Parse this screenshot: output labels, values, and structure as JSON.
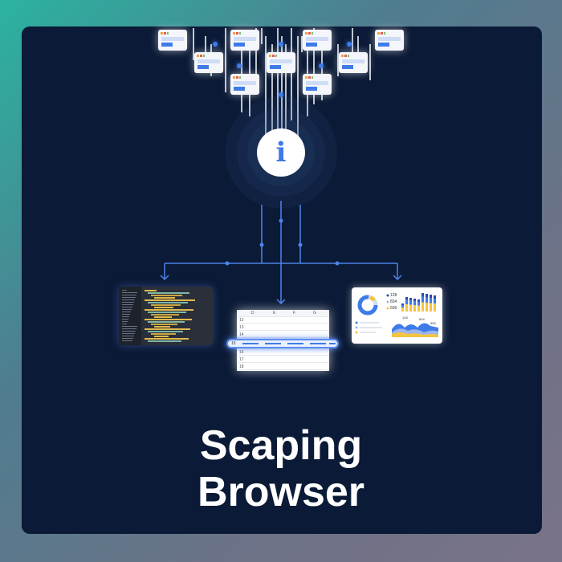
{
  "title": {
    "line1": "Scaping",
    "line2": "Browser"
  },
  "sheet": {
    "columns": [
      "D",
      "E",
      "F",
      "G"
    ],
    "rows": [
      "12",
      "13",
      "14",
      "16",
      "17",
      "18"
    ],
    "highlight_row": "15"
  },
  "dashboard": {
    "stats": [
      "128",
      "834",
      "556"
    ],
    "peaks": [
      "128",
      "834",
      "556"
    ]
  },
  "icons": {
    "center": "info-icon"
  },
  "colors": {
    "accent": "#3f7be8",
    "panel": "#0b1a36",
    "yellow": "#f5c542"
  }
}
